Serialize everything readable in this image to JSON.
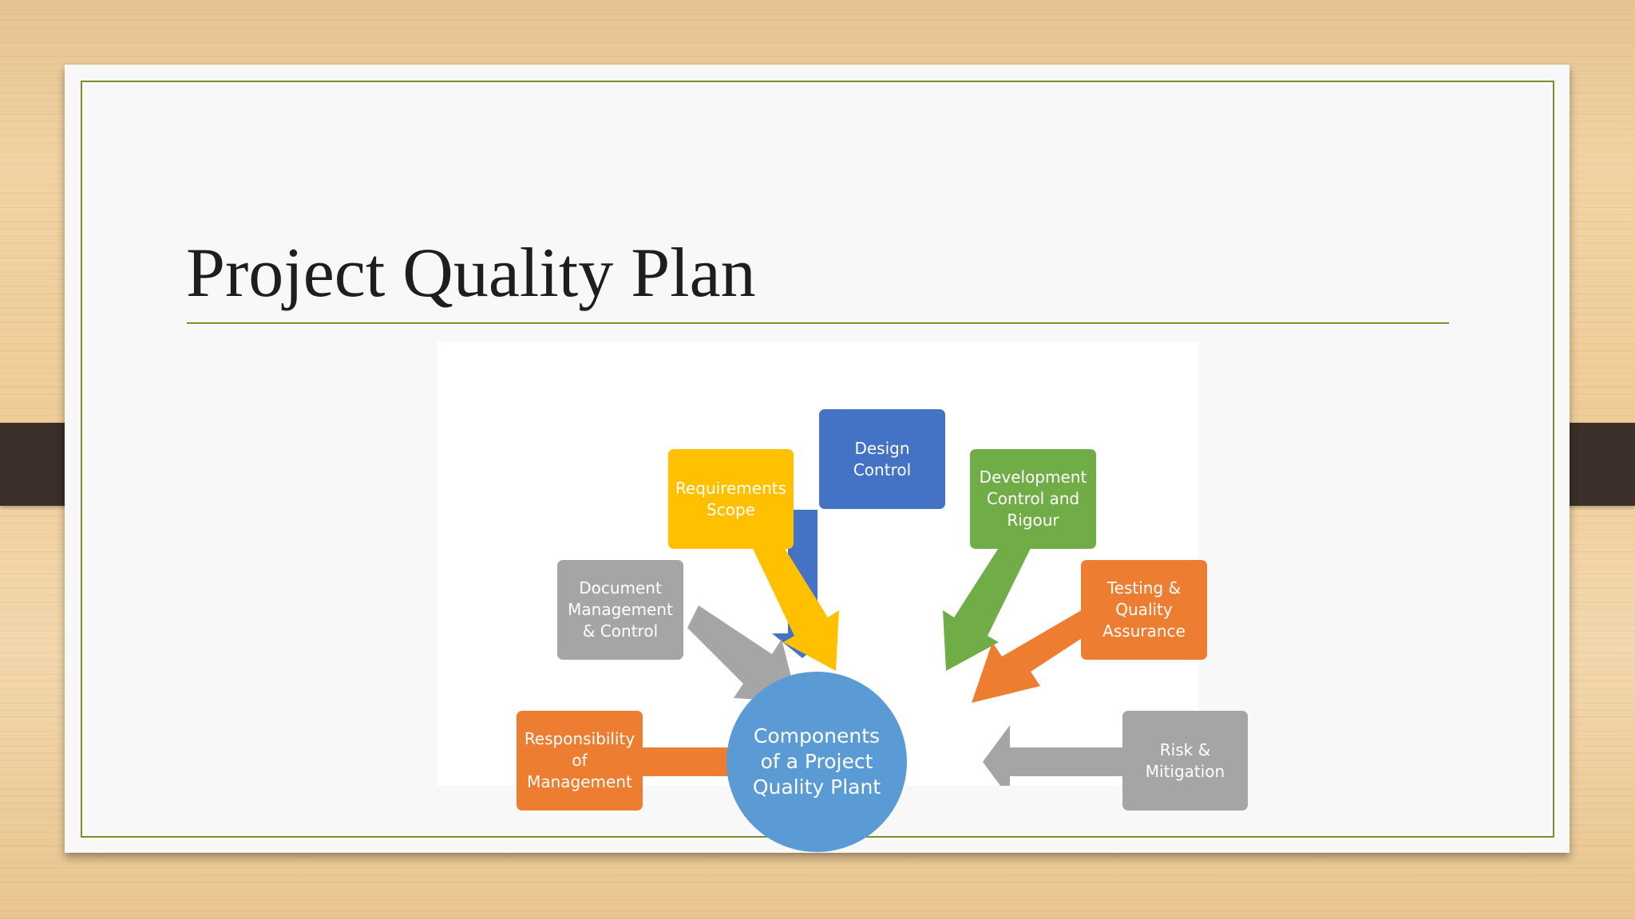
{
  "slide": {
    "title": "Project Quality Plan"
  },
  "diagram": {
    "center": "Components\nof a Project\nQuality Plant",
    "nodes": [
      {
        "id": "design-control",
        "label": "Design\nControl",
        "color": "#4472c4"
      },
      {
        "id": "requirements-scope",
        "label": "Requirements\nScope",
        "color": "#ffc000"
      },
      {
        "id": "development-control",
        "label": "Development\nControl and\nRigour",
        "color": "#70ad47"
      },
      {
        "id": "document-management",
        "label": "Document\nManagement\n& Control",
        "color": "#a5a5a5"
      },
      {
        "id": "testing-quality",
        "label": "Testing &\nQuality\nAssurance",
        "color": "#ed7d31"
      },
      {
        "id": "responsibility-management",
        "label": "Responsibility\nof\nManagement",
        "color": "#ed7d31"
      },
      {
        "id": "risk-mitigation",
        "label": "Risk &\nMitigation",
        "color": "#a5a5a5"
      }
    ],
    "center_color": "#5b9bd5"
  },
  "colors": {
    "accent_line": "#7a8f2a",
    "title_text": "#1e1e1e"
  }
}
